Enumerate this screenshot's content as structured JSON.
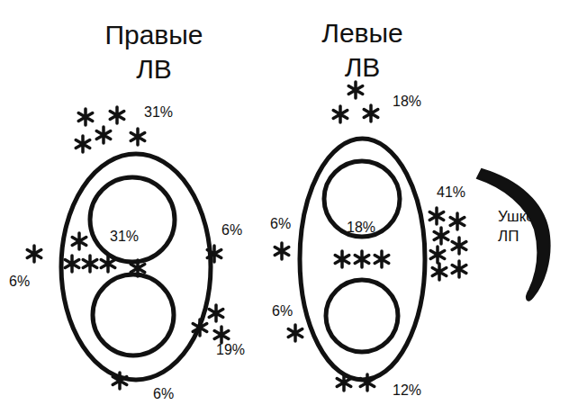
{
  "diagram": {
    "nodes": [
      {
        "text": [
          "Правые ЛВ",
          "31%"
        ]
      },
      {
        "text": [
          "Левые ЛВ",
          "18%"
        ]
      }
    ],
    "labels": [
      "31%",
      "6%",
      "6%",
      "19%",
      "6%",
      "18%",
      "6%",
      "41%",
      "6%",
      "12%",
      "Ушко ЛП"
    ]
  }
}
